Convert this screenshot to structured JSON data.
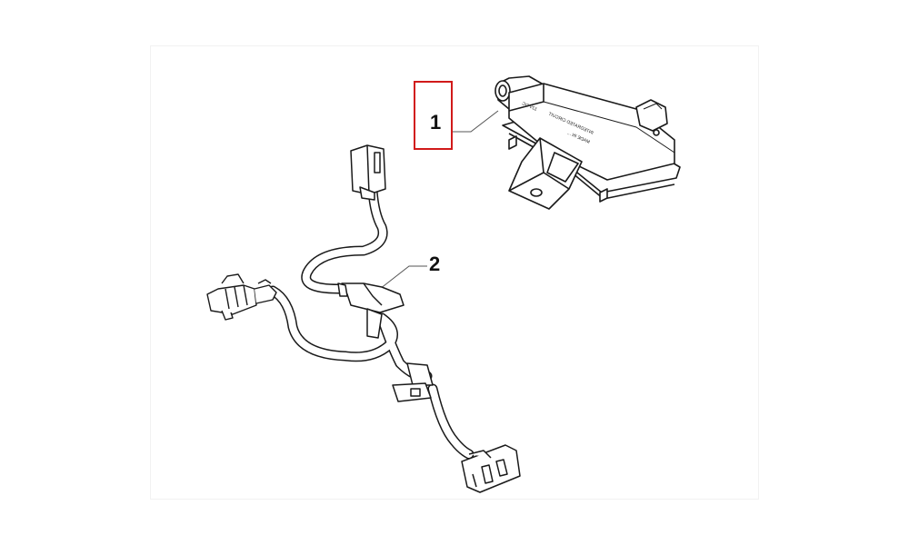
{
  "diagram": {
    "callouts": [
      {
        "number": "1"
      },
      {
        "number": "2"
      }
    ],
    "highlight_color": "#d11a1a",
    "line_color": "#1a1a1a",
    "module_label_lines": [
      "MADE IN ...",
      "INTEGRATED CIRCUIT",
      "12V DC"
    ]
  }
}
